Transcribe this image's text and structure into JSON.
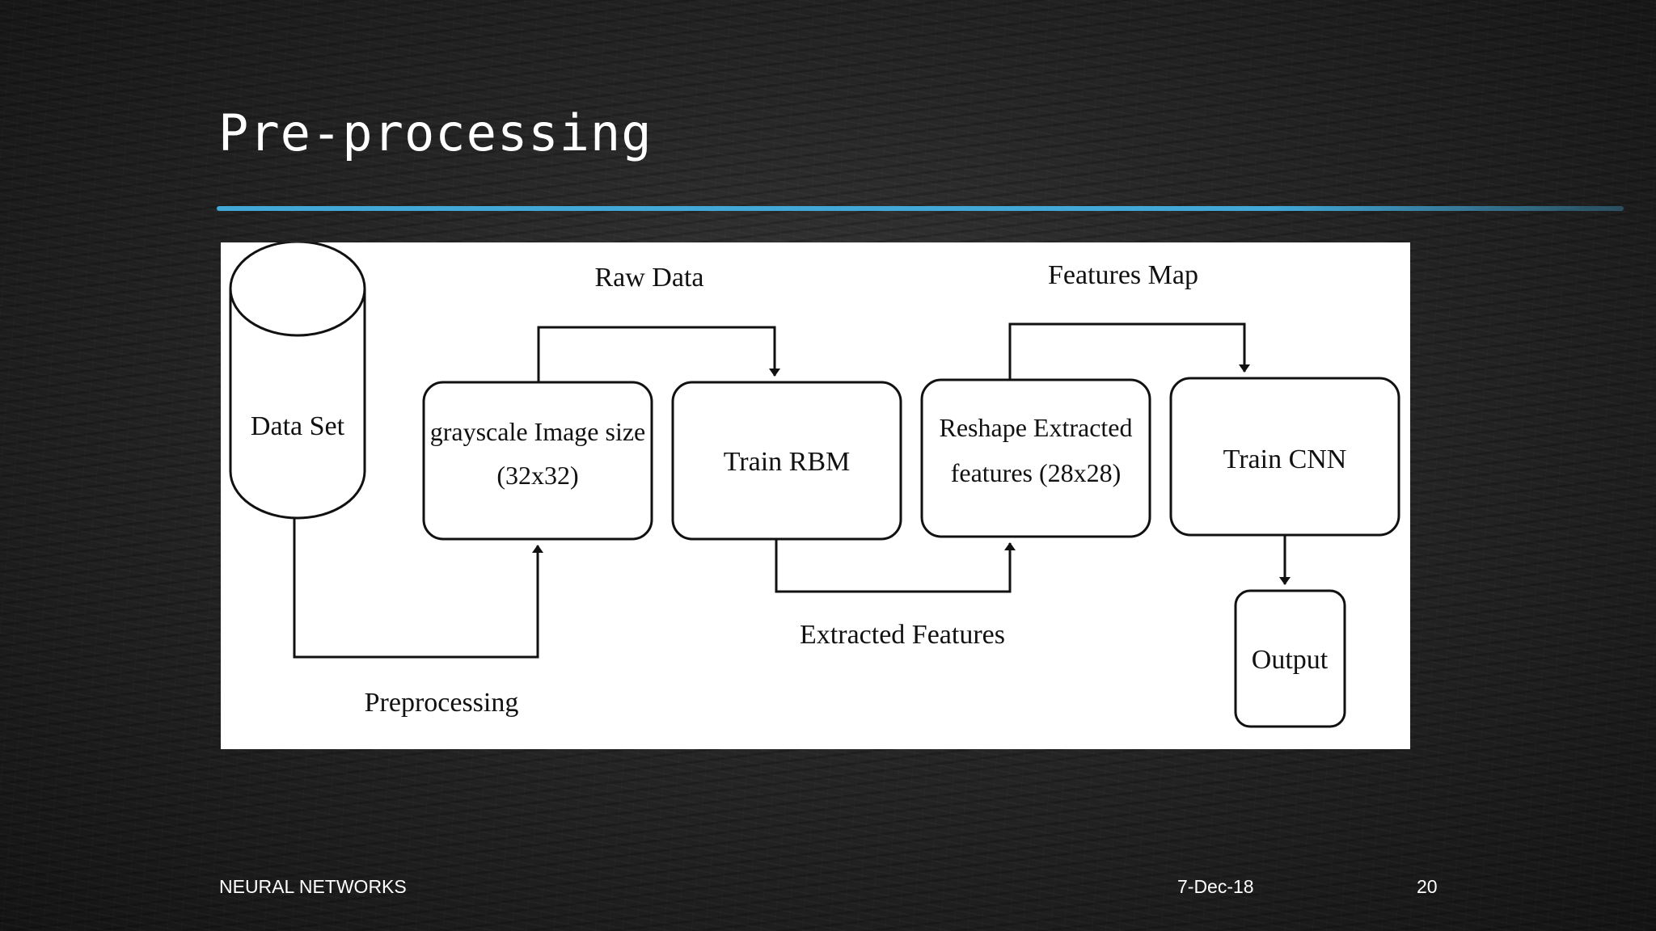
{
  "slide": {
    "title": "Pre-processing",
    "footer_left": "NEURAL NETWORKS",
    "footer_date": "7-Dec-18",
    "page_number": "20",
    "accent_color": "#41a8d8"
  },
  "diagram": {
    "dataset_label": "Data Set",
    "grayscale_line1": "grayscale Image size",
    "grayscale_line2": "(32x32)",
    "train_rbm": "Train RBM",
    "reshape_line1": "Reshape Extracted",
    "reshape_line2": "features (28x28)",
    "train_cnn": "Train CNN",
    "output": "Output",
    "edge_raw_data": "Raw Data",
    "edge_features_map": "Features Map",
    "edge_extracted_features": "Extracted Features",
    "edge_preprocessing": "Preprocessing"
  }
}
